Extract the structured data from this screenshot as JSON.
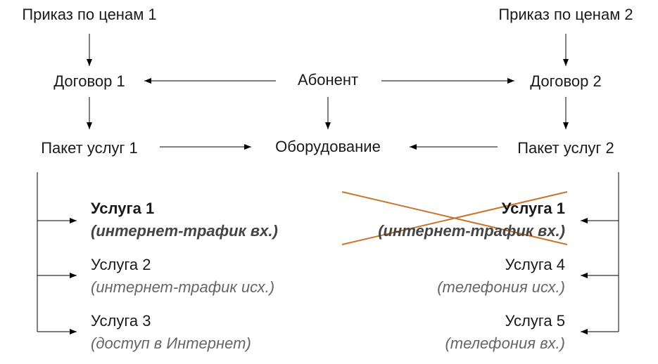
{
  "nodes": {
    "price_order_1": "Приказ по ценам 1",
    "price_order_2": "Приказ по ценам 2",
    "contract_1": "Договор 1",
    "contract_2": "Договор 2",
    "subscriber": "Абонент",
    "package_1": "Пакет услуг 1",
    "package_2": "Пакет услуг 2",
    "equipment": "Оборудование"
  },
  "services_left": [
    {
      "name": "Услуга 1",
      "detail": "(интернет-трафик вх.)"
    },
    {
      "name": "Услуга 2",
      "detail": "(интернет-трафик исх.)"
    },
    {
      "name": "Услуга 3",
      "detail": "(доступ в Интернет)"
    }
  ],
  "services_right": [
    {
      "name": "Услуга 1",
      "detail": "(интернет-трафик вх.)",
      "crossed_out": true
    },
    {
      "name": "Услуга 4",
      "detail": "(телефония исх.)"
    },
    {
      "name": "Услуга 5",
      "detail": "(телефония вх.)"
    }
  ],
  "colors": {
    "text": "#1a1a1a",
    "detail": "#666666",
    "cross": "#c8742c",
    "line": "#000000"
  }
}
